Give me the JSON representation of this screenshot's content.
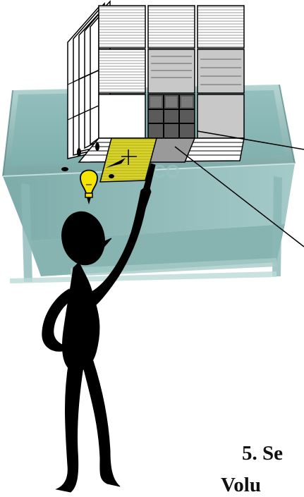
{
  "caption": {
    "line1": "5. Se",
    "line2": "Volu"
  },
  "watermark": "ERCO",
  "colors": {
    "tank_glass": "#6fa9a6",
    "tank_dark": "#3f7674",
    "cube_face": "#ffffff",
    "cube_gray": "#c8c8c8",
    "cube_dark": "#5a5a5a",
    "highlight_sheet": "#d8d42a",
    "bulb": "#f4e400",
    "silhouette": "#000000",
    "leader_line": "#000000"
  },
  "icons": {
    "bulb": "light-bulb-icon",
    "figure": "stick-figure-silhouette"
  }
}
